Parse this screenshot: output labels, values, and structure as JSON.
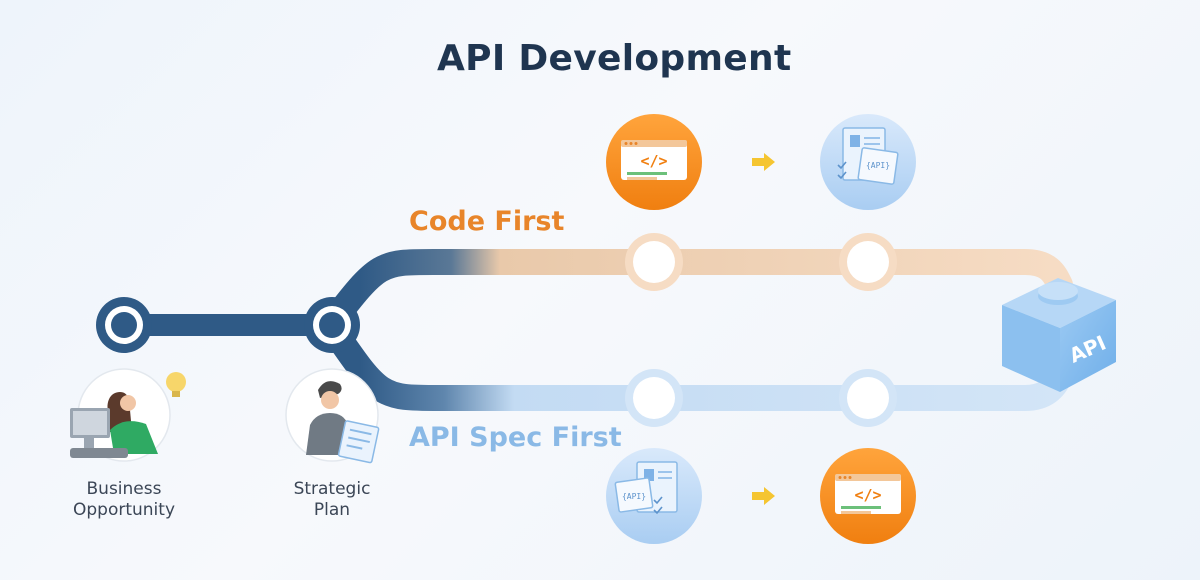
{
  "title": "API Development",
  "stages": [
    {
      "label_line1": "Business",
      "label_line2": "Opportunity"
    },
    {
      "label_line1": "Strategic",
      "label_line2": "Plan"
    }
  ],
  "branches": {
    "code_first": {
      "label": "Code First",
      "color": "#e8852a"
    },
    "spec_first": {
      "label": "API Spec First",
      "color": "#8ab9e6"
    }
  },
  "endpoint": {
    "label": "API"
  },
  "icons": {
    "code_window": "code-window-icon",
    "api_document": "api-document-icon",
    "arrow": "arrow-right-icon",
    "person_laptop": "person-laptop-icon",
    "person_planning": "person-planning-icon",
    "api_block": "api-block-icon"
  },
  "colors": {
    "main_line": "#2f5a86",
    "code_first_line": "#f6dcc4",
    "spec_first_line": "#cfe2f6",
    "orange_circle": "#f48c1f",
    "blue_circle": "#bcd7f4",
    "title": "#1f3550",
    "arrow": "#f5c531"
  }
}
